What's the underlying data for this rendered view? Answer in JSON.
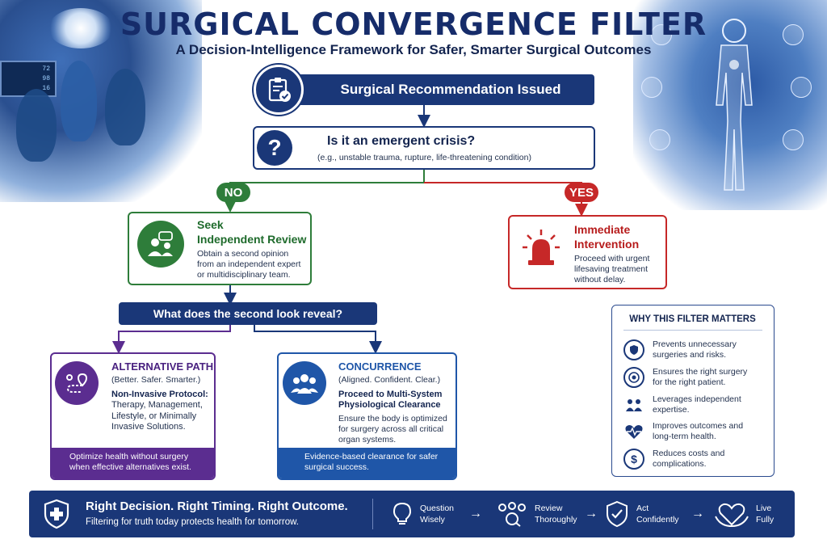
{
  "header": {
    "title": "SURGICAL CONVERGENCE FILTER",
    "subtitle": "A Decision-Intelligence Framework for Safer, Smarter Surgical Outcomes"
  },
  "start": {
    "label": "Surgical Recommendation Issued"
  },
  "question": {
    "title": "Is it an emergent crisis?",
    "detail": "(e.g., unstable trauma, rupture, life-threatening condition)"
  },
  "branches": {
    "no": "NO",
    "yes": "YES"
  },
  "review": {
    "title_line1": "Seek",
    "title_line2": "Independent Review",
    "body": "Obtain a second opinion from an independent expert or multidisciplinary team."
  },
  "intervention": {
    "title_line1": "Immediate",
    "title_line2": "Intervention",
    "body": "Proceed with urgent lifesaving treatment without delay."
  },
  "second_look": {
    "label": "What does the second look reveal?"
  },
  "alternative": {
    "title": "ALTERNATIVE PATH",
    "tagline": "(Better. Safer. Smarter.)",
    "protocol_title": "Non-Invasive Protocol:",
    "protocol_body": "Therapy, Management, Lifestyle, or Minimally Invasive Solutions.",
    "footer": "Optimize health without surgery when effective alternatives exist."
  },
  "concurrence": {
    "title": "CONCURRENCE",
    "tagline": "(Aligned. Confident. Clear.)",
    "protocol_title": "Proceed to Multi-System Physiological Clearance",
    "protocol_body": "Ensure the body is optimized for surgery across all critical organ systems.",
    "footer": "Evidence-based clearance for safer surgical success."
  },
  "why": {
    "title": "WHY THIS FILTER MATTERS",
    "items": [
      {
        "icon": "shield-icon",
        "text": "Prevents unnecessary surgeries and risks."
      },
      {
        "icon": "target-icon",
        "text": "Ensures the right surgery for the right patient."
      },
      {
        "icon": "people-icon",
        "text": "Leverages independent expertise."
      },
      {
        "icon": "heartbeat-icon",
        "text": "Improves outcomes and long-term health."
      },
      {
        "icon": "dollar-icon",
        "text": "Reduces costs and complications."
      }
    ]
  },
  "footer": {
    "headline": "Right Decision. Right Timing. Right Outcome.",
    "tagline": "Filtering for truth today protects health for tomorrow.",
    "steps": [
      {
        "icon": "lightbulb-icon",
        "line1": "Question",
        "line2": "Wisely"
      },
      {
        "icon": "team-review-icon",
        "line1": "Review",
        "line2": "Thoroughly"
      },
      {
        "icon": "shield-check-icon",
        "line1": "Act",
        "line2": "Confidently"
      },
      {
        "icon": "heart-hands-icon",
        "line1": "Live",
        "line2": "Fully"
      }
    ]
  },
  "colors": {
    "navy": "#1a3778",
    "green": "#2e7d3a",
    "red": "#c62828",
    "purple": "#5b2d90",
    "blue": "#1f56a8"
  },
  "background": {
    "monitor_readings": [
      "72",
      "98",
      "16"
    ]
  }
}
